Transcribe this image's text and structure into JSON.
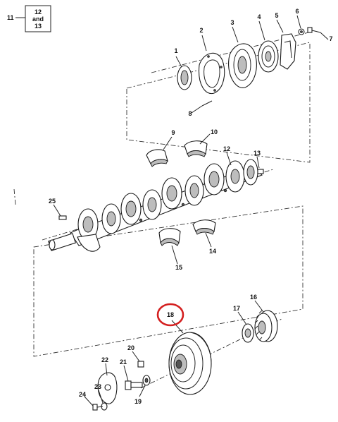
{
  "reference_box": {
    "prefix": "11",
    "lines": [
      "12",
      "and",
      "13"
    ]
  },
  "callouts": [
    {
      "id": "c1",
      "label": "1"
    },
    {
      "id": "c2",
      "label": "2"
    },
    {
      "id": "c3",
      "label": "3"
    },
    {
      "id": "c4",
      "label": "4"
    },
    {
      "id": "c5",
      "label": "5"
    },
    {
      "id": "c6",
      "label": "6"
    },
    {
      "id": "c7",
      "label": "7"
    },
    {
      "id": "c8",
      "label": "8"
    },
    {
      "id": "c9",
      "label": "9"
    },
    {
      "id": "c10",
      "label": "10"
    },
    {
      "id": "c12",
      "label": "12"
    },
    {
      "id": "c13",
      "label": "13"
    },
    {
      "id": "c14",
      "label": "14"
    },
    {
      "id": "c15",
      "label": "15"
    },
    {
      "id": "c16",
      "label": "16"
    },
    {
      "id": "c17",
      "label": "17"
    },
    {
      "id": "c18",
      "label": "18"
    },
    {
      "id": "c19",
      "label": "19"
    },
    {
      "id": "c20",
      "label": "20"
    },
    {
      "id": "c21",
      "label": "21"
    },
    {
      "id": "c22",
      "label": "22"
    },
    {
      "id": "c23",
      "label": "23"
    },
    {
      "id": "c24",
      "label": "24"
    },
    {
      "id": "c25",
      "label": "25"
    }
  ],
  "highlight": {
    "callout": "18",
    "color": "#d42020"
  }
}
